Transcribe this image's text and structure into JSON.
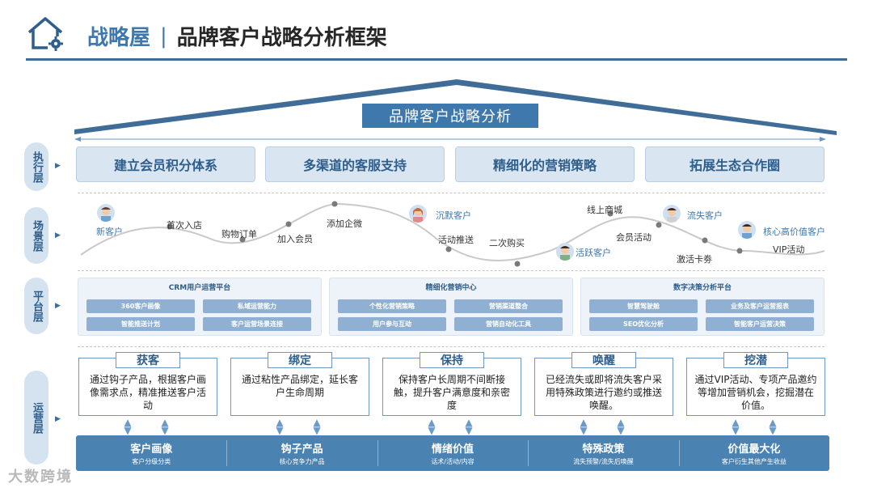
{
  "header": {
    "section": "战略屋",
    "separator": "|",
    "title": "品牌客户战略分析框架"
  },
  "roof": {
    "title": "品牌客户战略分析"
  },
  "layers": {
    "execution": "执行层",
    "scene": "场景层",
    "platform": "平台层",
    "operation": "运营层"
  },
  "execution": [
    "建立会员积分体系",
    "多渠道的客服支持",
    "精细化的营销策略",
    "拓展生态合作圈"
  ],
  "scenes": {
    "steps": [
      "新客户",
      "首次入店",
      "购物订单",
      "加入会员",
      "添加企微",
      "沉默客户",
      "活动推送",
      "二次购买",
      "活跃客户",
      "线上商城",
      "会员活动",
      "流失客户",
      "激活卡劵",
      "核心高价值客户",
      "VIP活动"
    ]
  },
  "platform": [
    {
      "title": "CRM用户运营平台",
      "chips": [
        "360客户画像",
        "私域运营能力",
        "智能推送计划",
        "客户运营场景连接"
      ]
    },
    {
      "title": "精细化营销中心",
      "chips": [
        "个性化营销策略",
        "营销渠道整合",
        "用户参与互动",
        "营销自动化工具"
      ]
    },
    {
      "title": "数字决策分析平台",
      "chips": [
        "智慧驾驶舱",
        "业务及客户运营报表",
        "SEO优化分析",
        "智能客户运营决策"
      ]
    }
  ],
  "operation": [
    {
      "tag": "获客",
      "text": "通过钩子产品，根据客户画像需求点，精准推送客户活动"
    },
    {
      "tag": "绑定",
      "text": "通过粘性产品绑定，延长客户生命周期"
    },
    {
      "tag": "保持",
      "text": "保持客户长周期不间断接触，提升客户满意度和亲密度"
    },
    {
      "tag": "唤醒",
      "text": "已经流失或即将流失客户采用特殊政策进行邀约或推送唤醒。"
    },
    {
      "tag": "挖潜",
      "text": "通过VIP活动、专项产品邀约等增加营销机会，挖掘潜在价值。"
    }
  ],
  "base": [
    {
      "main": "客户画像",
      "sub": "客户分级分类"
    },
    {
      "main": "钩子产品",
      "sub": "核心竞争力产品"
    },
    {
      "main": "情绪价值",
      "sub": "话术/活动/内容"
    },
    {
      "main": "特殊政策",
      "sub": "流失预警/流失后唤醒"
    },
    {
      "main": "价值最大化",
      "sub": "客户衍生其他产生收益"
    }
  ],
  "watermark": "大数跨境",
  "colors": {
    "primary": "#3f78ad",
    "light": "#d9e6f2",
    "chip": "#8fb0d2",
    "base": "#4a82b1"
  }
}
